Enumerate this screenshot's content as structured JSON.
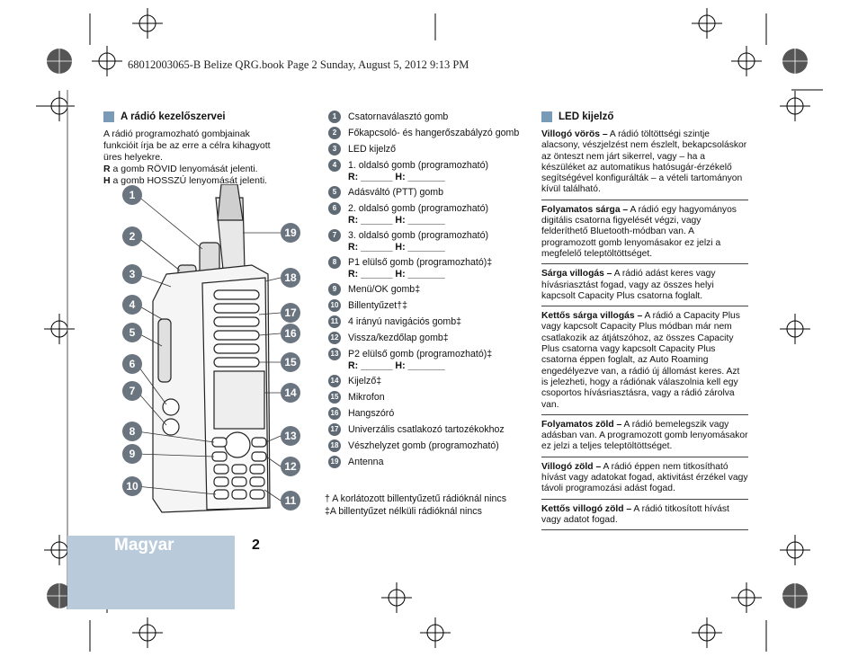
{
  "header_line": "68012003065-B Belize QRG.book  Page 2  Sunday, August 5, 2012  9:13 PM",
  "left_section": {
    "title": "A rádió kezelőszervei",
    "intro": "A rádió programozható gombjainak funkcióit írja be az erre a célra kihagyott üres helyekre.",
    "r_key": "R",
    "r_text": " a gomb RÖVID lenyomását jelenti.",
    "h_key": "H",
    "h_text": " a gomb HOSSZÚ lenyomását jelenti."
  },
  "callouts": [
    "1",
    "2",
    "3",
    "4",
    "5",
    "6",
    "7",
    "8",
    "9",
    "10",
    "19",
    "18",
    "17",
    "16",
    "15",
    "14",
    "13",
    "12",
    "11"
  ],
  "items": [
    {
      "n": "1",
      "text": "Csatornaválasztó gomb"
    },
    {
      "n": "2",
      "text": "Főkapcsoló- és hangerőszabályzó gomb"
    },
    {
      "n": "3",
      "text": "LED kijelző"
    },
    {
      "n": "4",
      "text": "1. oldalsó gomb (programozható)",
      "line2": "R: ______ H: _______"
    },
    {
      "n": "5",
      "text": "Adásváltó (PTT) gomb"
    },
    {
      "n": "6",
      "text": "2. oldalsó gomb (programozható)",
      "line2": "R: ______ H: _______"
    },
    {
      "n": "7",
      "text": "3. oldalsó gomb (programozható)",
      "line2": "R: ______ H: _______"
    },
    {
      "n": "8",
      "text": "P1 elülső gomb (programozható)‡",
      "line2": "R: ______ H: _______"
    },
    {
      "n": "9",
      "text": "Menü/OK gomb‡"
    },
    {
      "n": "10",
      "text": "Billentyűzet†‡"
    },
    {
      "n": "11",
      "text": "4 irányú navigációs gomb‡"
    },
    {
      "n": "12",
      "text": "Vissza/kezdőlap gomb‡"
    },
    {
      "n": "13",
      "text": "P2 elülső gomb (programozható)‡",
      "line2": "R: ______ H: _______"
    },
    {
      "n": "14",
      "text": "Kijelző‡"
    },
    {
      "n": "15",
      "text": "Mikrofon"
    },
    {
      "n": "16",
      "text": "Hangszóró"
    },
    {
      "n": "17",
      "text": "Univerzális csatlakozó tartozékokhoz"
    },
    {
      "n": "18",
      "text": "Vészhelyzet gomb (programozható)"
    },
    {
      "n": "19",
      "text": "Antenna"
    }
  ],
  "notes": {
    "dagger": "† A korlátozott billentyűzetű rádióknál nincs",
    "ddagger": "‡A billentyűzet nélküli rádióknál nincs"
  },
  "led_section": {
    "title": "LED kijelző",
    "blocks": [
      {
        "head": "Villogó vörös –",
        "text": " A rádió töltöttségi szintje alacsony, vészjelzést nem észlelt, bekapcsoláskor az önteszt nem járt sikerrel, vagy – ha a készüléket az automatikus hatósugár-érzékelő segítségével konfigurálták – a vételi tartományon kívül található."
      },
      {
        "head": "Folyamatos sárga –",
        "text": " A rádió egy hagyományos digitális csatorna figyelését végzi, vagy felderíthető Bluetooth-módban van. A programozott gomb lenyomásakor ez jelzi a megfelelő teleptöltöttséget."
      },
      {
        "head": "Sárga villogás –",
        "text": " A rádió adást keres vagy hívásriasztást fogad, vagy az összes helyi kapcsolt Capacity Plus csatorna foglalt."
      },
      {
        "head": "Kettős sárga villogás –",
        "text": " A rádió a Capacity Plus vagy kapcsolt Capacity Plus módban már nem csatlakozik az átjátszóhoz, az összes Capacity Plus csatorna vagy kapcsolt Capacity Plus csatorna éppen foglalt, az Auto Roaming engedélyezve van, a rádió új állomást keres. Azt is jelezheti, hogy a rádiónak válaszolnia kell egy csoportos hívásriasztásra, vagy a rádió zárolva van."
      },
      {
        "head": "Folyamatos zöld –",
        "text": " A rádió bemelegszik vagy adásban van. A programozott gomb lenyomásakor ez jelzi a teljes teleptöltöttséget."
      },
      {
        "head": "Villogó zöld –",
        "text": " A rádió éppen nem titkosítható hívást vagy adatokat fogad, aktivitást érzékel vagy távoli programozási adást fogad."
      },
      {
        "head": "Kettős villogó zöld –",
        "text": " A rádió titkosított hívást vagy adatot fogad."
      }
    ]
  },
  "footer": {
    "language": "Magyar",
    "page": "2"
  },
  "colors": {
    "accent": "#7a9bb8",
    "footer_box": "#b9cadb",
    "callout": "#6b7580"
  }
}
